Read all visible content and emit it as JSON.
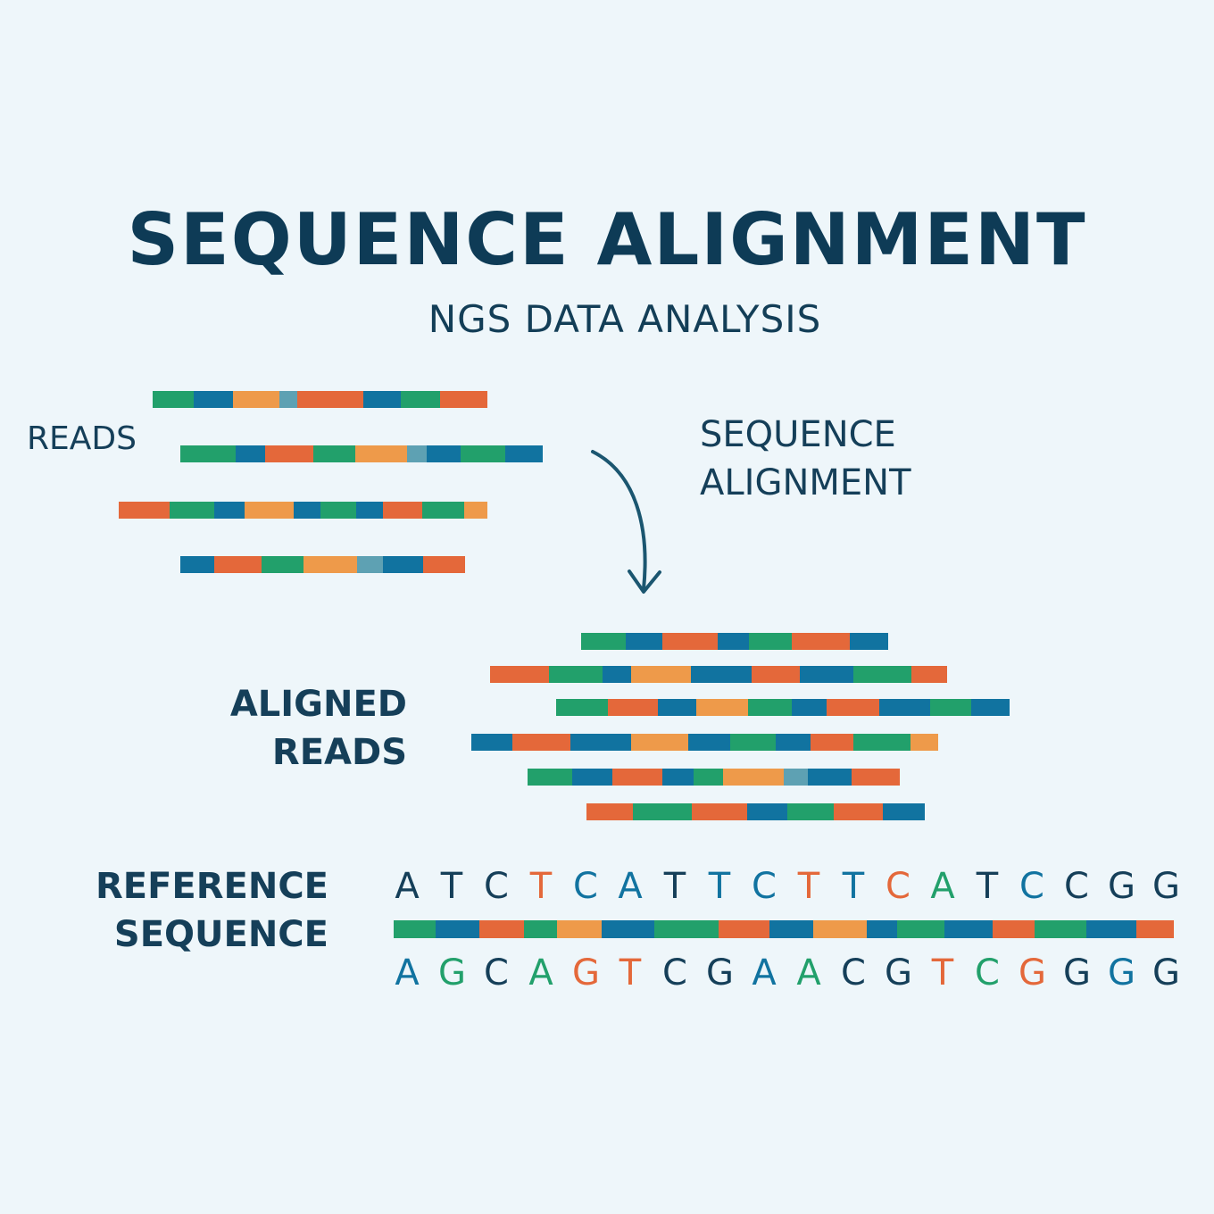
{
  "title": "SEQUENCE ALIGNMENT",
  "subtitle": "NGS DATA ANALYSIS",
  "labels": {
    "reads": "READS",
    "alignment_line1": "SEQUENCE",
    "alignment_line2": "ALIGNMENT",
    "aligned_line1": "ALIGNED",
    "aligned_line2": "READS",
    "reference_line1": "REFERENCE",
    "reference_line2": "SEQUENCE"
  },
  "colors": {
    "green": "#22a06b",
    "blue": "#1173a0",
    "orange": "#e4683a",
    "light_orange": "#ee9a4a",
    "teal": "#5ea1b3",
    "text_dark": "#153f59"
  },
  "reference_top": [
    "A",
    "T",
    "C",
    "T",
    "C",
    "A",
    "T",
    "T",
    "C",
    "T",
    "T",
    "C",
    "A",
    "T",
    "C",
    "C",
    "G",
    "G"
  ],
  "reference_bottom": [
    "A",
    "G",
    "C",
    "A",
    "G",
    "T",
    "C",
    "G",
    "A",
    "A",
    "C",
    "G",
    "T",
    "C",
    "G",
    "G",
    "G",
    "G"
  ]
}
